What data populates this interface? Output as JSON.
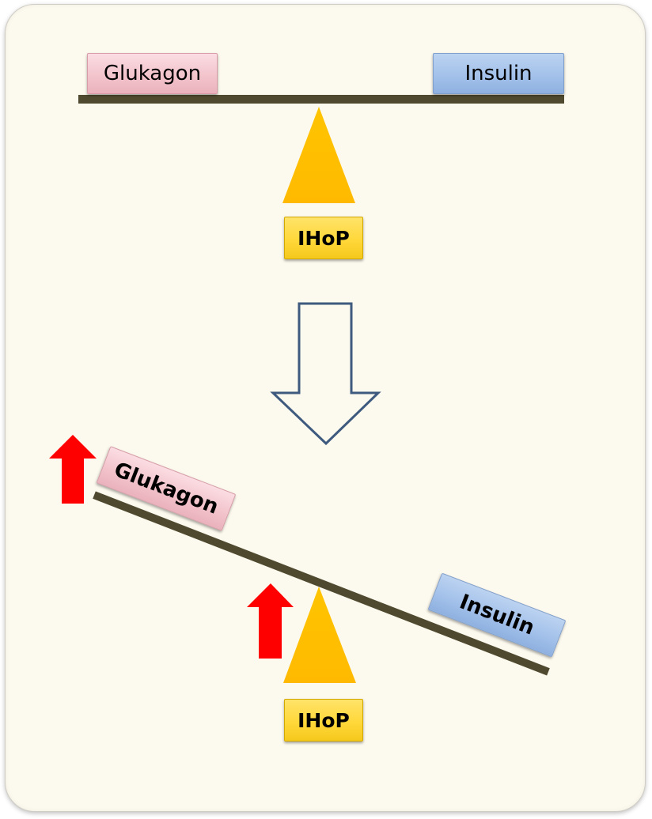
{
  "top_scale": {
    "left_label": "Glukagon",
    "right_label": "Insulin",
    "fulcrum_label": "IHoP"
  },
  "bottom_scale": {
    "left_label": "Glukagon",
    "right_label": "Insulin",
    "fulcrum_label": "IHoP"
  },
  "colors": {
    "panel_background": "#fcf9ee",
    "beam": "#4f4a2f",
    "fulcrum": "#ffc000",
    "glukagon_box": "#f3c4cc",
    "insulin_box": "#a3c1ea",
    "ihop_box": "#ffd83a",
    "transition_arrow_outline": "#3e5a7e",
    "increase_arrow": "#ff0000"
  }
}
